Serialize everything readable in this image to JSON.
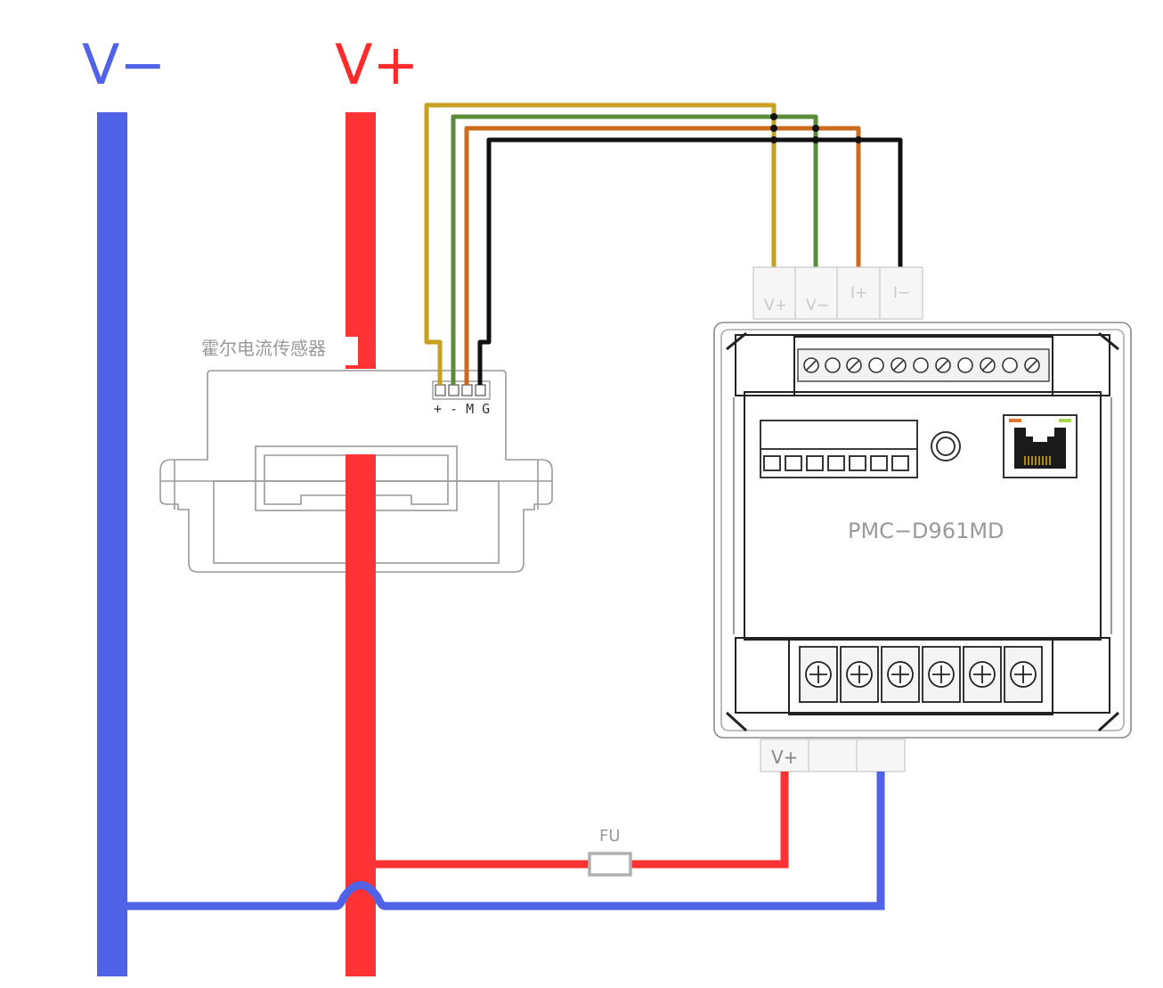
{
  "labels": {
    "bus_negative": "V−",
    "bus_positive": "V+",
    "sensor_name": "霍尔电流传感器",
    "sensor_pins": "+ - M G",
    "meter_model": "PMC−D961MD",
    "fuse": "FU"
  },
  "meter": {
    "top_terminals": [
      "V+",
      "V−",
      "I+",
      "I−"
    ],
    "bottom_terminals": [
      "V+",
      "",
      ""
    ]
  },
  "colors": {
    "bus_negative": "#5062e6",
    "bus_positive": "#ff3333",
    "wire_plus": "#c8a01e",
    "wire_minus": "#5a8c3a",
    "wire_m": "#cc6a1c",
    "wire_g": "#111111",
    "outline": "#9a9a9a"
  }
}
